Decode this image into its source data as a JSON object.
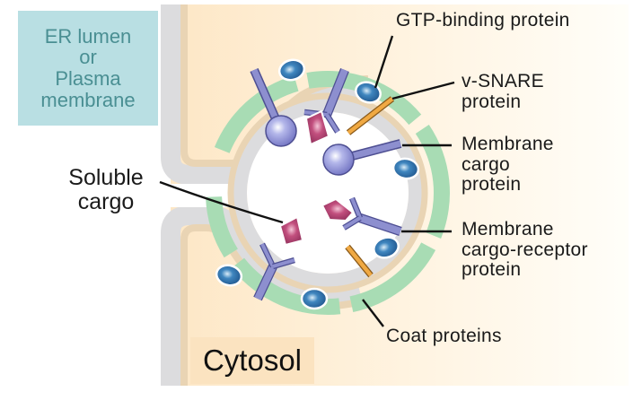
{
  "diagram": {
    "title": "",
    "compartments": {
      "lumen_label": [
        "ER lumen",
        "or",
        "Plasma",
        "membrane"
      ],
      "cytosol_label": "Cytosol"
    },
    "labels": {
      "gtp_binding_protein": "GTP-binding protein",
      "v_snare": [
        "v-SNARE",
        "protein"
      ],
      "membrane_cargo_protein": [
        "Membrane",
        "cargo",
        "protein"
      ],
      "membrane_cargo_receptor": [
        "Membrane",
        "cargo-receptor",
        "protein"
      ],
      "coat_proteins": "Coat proteins",
      "soluble_cargo": [
        "Soluble",
        "cargo"
      ]
    },
    "colors": {
      "lumen_box": "#b9dfe3",
      "lumen_text": "#4a8f93",
      "cytosol": "#fdebd0",
      "cytosol_fade": "#fffdf5",
      "membrane_outer": "#dcdcde",
      "membrane_inner": "#e6d2b5",
      "coat": "#a8dcb4",
      "gtp_protein": "#2c6fa8",
      "receptor": "#8d8fcf",
      "soluble_cargo": "#b0456e",
      "v_snare": "#f0a943",
      "leader": "#111111"
    }
  }
}
